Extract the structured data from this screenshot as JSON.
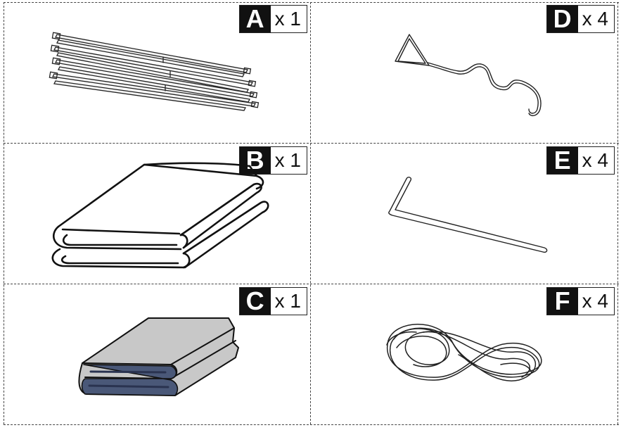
{
  "parts": [
    {
      "letter": "A",
      "quantity": "x 1",
      "icon": "frame-poles-icon"
    },
    {
      "letter": "D",
      "quantity": "x 4",
      "icon": "tent-stake-hook-icon"
    },
    {
      "letter": "B",
      "quantity": "x 1",
      "icon": "folded-canopy-icon"
    },
    {
      "letter": "E",
      "quantity": "x 4",
      "icon": "l-shaped-stake-icon"
    },
    {
      "letter": "C",
      "quantity": "x 1",
      "icon": "folded-gray-cover-icon"
    },
    {
      "letter": "F",
      "quantity": "x 4",
      "icon": "coiled-rope-icon"
    }
  ],
  "colors": {
    "line": "#222222",
    "label_bg": "#111111",
    "cover_fill": "#c8c8c8",
    "cover_edge": "#4a5878"
  }
}
